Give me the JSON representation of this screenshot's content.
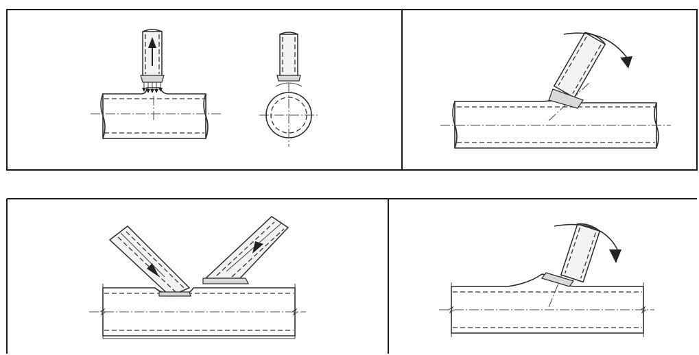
{
  "figure": {
    "panels": [
      {
        "id": "a",
        "description_icon": "perpendicular-branch-weld-icon"
      },
      {
        "id": "b",
        "description_icon": "rotating-branch-icon"
      },
      {
        "id": "c",
        "description_icon": "angled-branch-insertion-icon"
      },
      {
        "id": "d",
        "description_icon": "rotating-branch-icon"
      }
    ],
    "colors": {
      "line": "#2a2a2a",
      "fill": "#ffffff",
      "weld": "#d9d9d9",
      "arrow": "#222222"
    }
  }
}
